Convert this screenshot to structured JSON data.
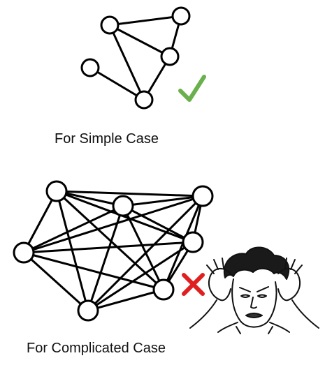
{
  "simple_case": {
    "caption": "For Simple Case",
    "nodes": [
      "a",
      "b",
      "c",
      "d",
      "e"
    ],
    "edges": [
      [
        "a",
        "b"
      ],
      [
        "a",
        "c"
      ],
      [
        "a",
        "e"
      ],
      [
        "b",
        "c"
      ],
      [
        "c",
        "e"
      ],
      [
        "d",
        "e"
      ]
    ],
    "status_icon": "check-mark-icon",
    "status_color": "#6ab04c"
  },
  "complicated_case": {
    "caption": "For Complicated Case",
    "nodes": [
      "p1",
      "p2",
      "p3",
      "p4",
      "p5",
      "p6",
      "p7"
    ],
    "edges": [
      [
        "p1",
        "p2"
      ],
      [
        "p1",
        "p3"
      ],
      [
        "p1",
        "p4"
      ],
      [
        "p1",
        "p5"
      ],
      [
        "p1",
        "p6"
      ],
      [
        "p1",
        "p7"
      ],
      [
        "p2",
        "p3"
      ],
      [
        "p2",
        "p4"
      ],
      [
        "p2",
        "p5"
      ],
      [
        "p2",
        "p6"
      ],
      [
        "p2",
        "p7"
      ],
      [
        "p3",
        "p4"
      ],
      [
        "p3",
        "p5"
      ],
      [
        "p3",
        "p6"
      ],
      [
        "p3",
        "p7"
      ],
      [
        "p4",
        "p5"
      ],
      [
        "p4",
        "p6"
      ],
      [
        "p4",
        "p7"
      ],
      [
        "p5",
        "p6"
      ],
      [
        "p5",
        "p7"
      ],
      [
        "p6",
        "p7"
      ]
    ],
    "status_icon": "cross-mark-icon",
    "status_color": "#e02020",
    "reaction_icon": "confused-face-meme-icon"
  }
}
